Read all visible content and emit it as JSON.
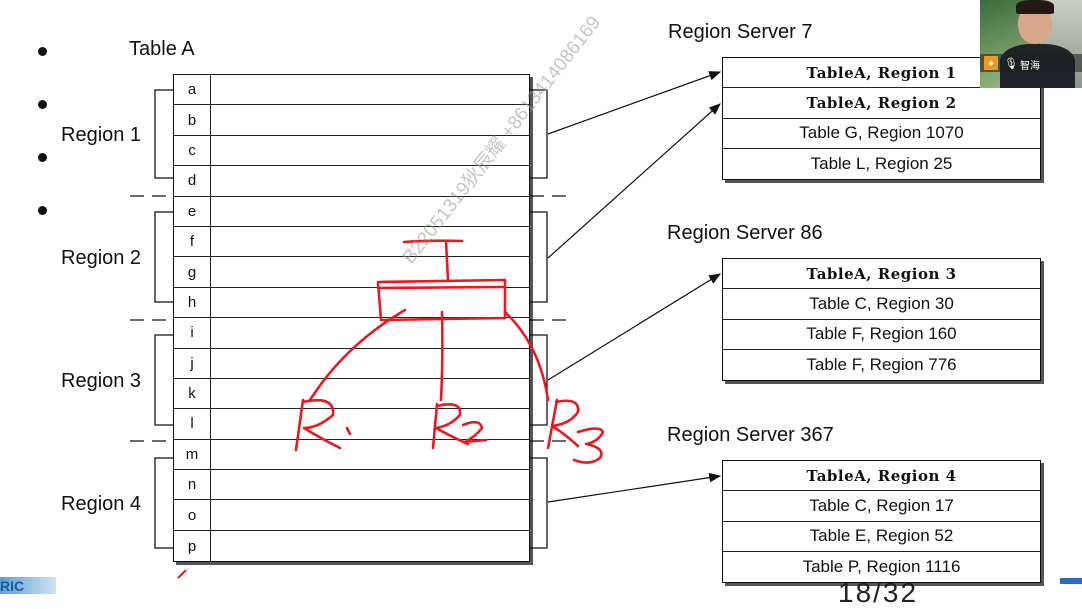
{
  "left_table": {
    "title": "Table A",
    "row_keys": [
      "a",
      "b",
      "c",
      "d",
      "e",
      "f",
      "g",
      "h",
      "i",
      "j",
      "k",
      "l",
      "m",
      "n",
      "o",
      "p"
    ],
    "regions": [
      "Region 1",
      "Region 2",
      "Region 3",
      "Region 4"
    ]
  },
  "servers": [
    {
      "title": "Region Server 7",
      "rows": [
        {
          "text": "TableA, Region 1",
          "bold": true
        },
        {
          "text": "TableA, Region 2",
          "bold": true
        },
        {
          "text": "Table G, Region 1070",
          "bold": false
        },
        {
          "text": "Table L, Region 25",
          "bold": false
        }
      ]
    },
    {
      "title": "Region Server 86",
      "rows": [
        {
          "text": "TableA, Region 3",
          "bold": true
        },
        {
          "text": "Table C, Region 30",
          "bold": false
        },
        {
          "text": "Table F, Region 160",
          "bold": false
        },
        {
          "text": "Table F, Region 776",
          "bold": false
        }
      ]
    },
    {
      "title": "Region Server 367",
      "rows": [
        {
          "text": "TableA, Region 4",
          "bold": true
        },
        {
          "text": "Table C, Region 17",
          "bold": false
        },
        {
          "text": "Table E, Region 52",
          "bold": false
        },
        {
          "text": "Table P, Region 1116",
          "bold": false
        }
      ]
    }
  ],
  "handwriting": {
    "r1": "R1",
    "r2": "R2",
    "r3": "R3"
  },
  "watermark": "B22051319狄辰耀 +8613414086169",
  "page_number": "18/32",
  "logo_text": "RIC",
  "video": {
    "name": "智海"
  }
}
